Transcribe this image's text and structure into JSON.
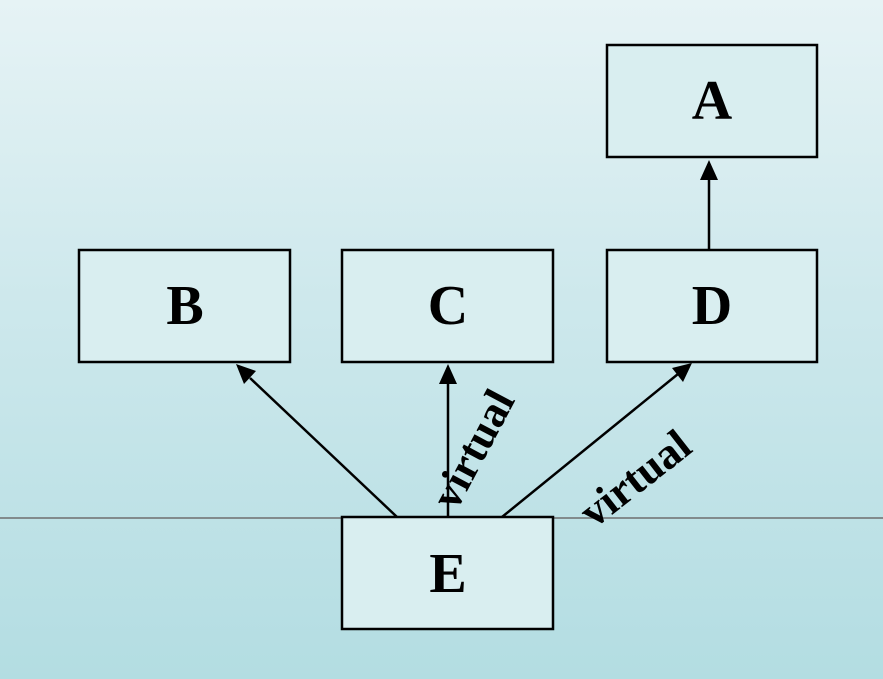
{
  "diagram": {
    "type": "inheritance-graph",
    "nodes": [
      {
        "id": "A",
        "label": "A"
      },
      {
        "id": "B",
        "label": "B"
      },
      {
        "id": "C",
        "label": "C"
      },
      {
        "id": "D",
        "label": "D"
      },
      {
        "id": "E",
        "label": "E"
      }
    ],
    "edges": [
      {
        "from": "D",
        "to": "A",
        "label": ""
      },
      {
        "from": "E",
        "to": "B",
        "label": ""
      },
      {
        "from": "E",
        "to": "C",
        "label": "virtual"
      },
      {
        "from": "E",
        "to": "D",
        "label": "virtual"
      }
    ]
  },
  "colors": {
    "box_fill": "#d9eef0",
    "stroke": "#000000",
    "divider": "#6e6e6e"
  }
}
